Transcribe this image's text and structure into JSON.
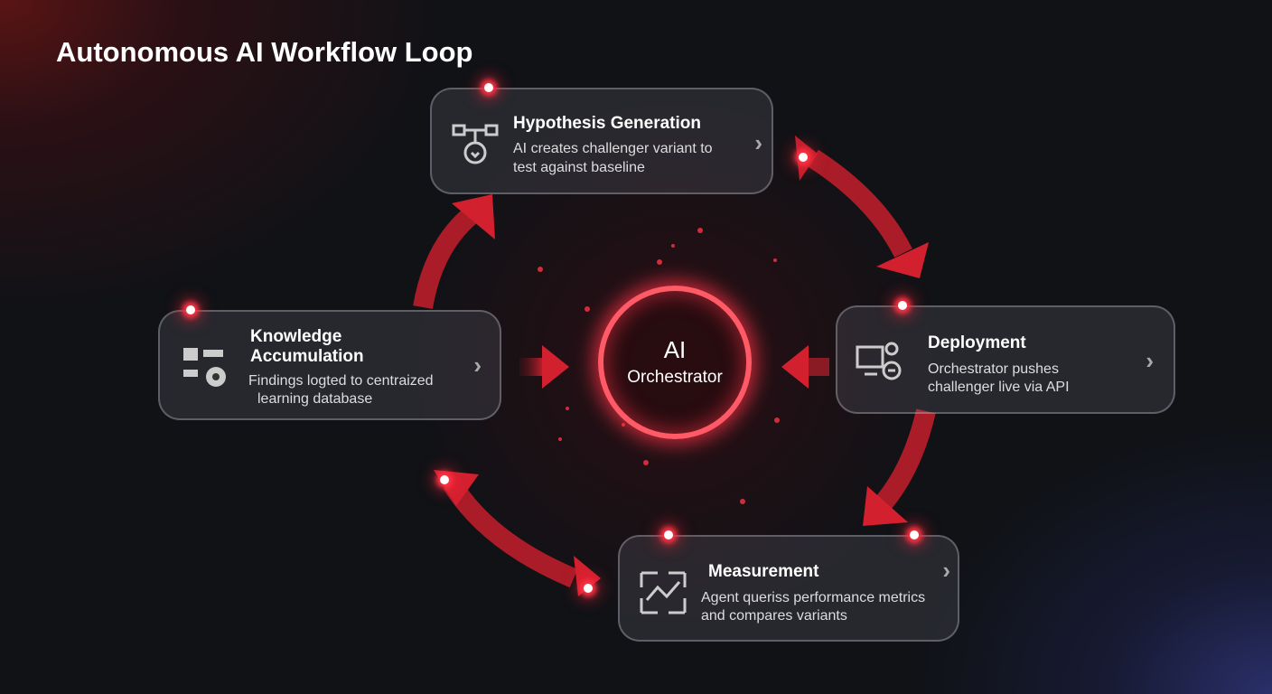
{
  "title": "Autonomous AI Workflow Loop",
  "center": {
    "line1": "AI",
    "line2": "Orchestrator"
  },
  "cards": [
    {
      "title": "Hypothesis Generation",
      "desc1": "AI creates challenger variant to",
      "desc2": "test against baseline",
      "icon": "branching-flow-icon"
    },
    {
      "title": "Deployment",
      "desc1": "Orchestrator pushes",
      "desc2": "challenger live via API",
      "icon": "monitor-deploy-icon"
    },
    {
      "title": "Measurement",
      "desc1": "Agent queriss performance metrics",
      "desc2": "and compares variants",
      "icon": "chart-analytics-icon"
    },
    {
      "title1": "Knowledge",
      "title2": "Accumulation",
      "desc1": "Findings logted to centraized",
      "desc2": "learning database",
      "icon": "database-gear-icon"
    }
  ],
  "colors": {
    "accent": "#e0283a",
    "ring": "#ff5a66"
  }
}
